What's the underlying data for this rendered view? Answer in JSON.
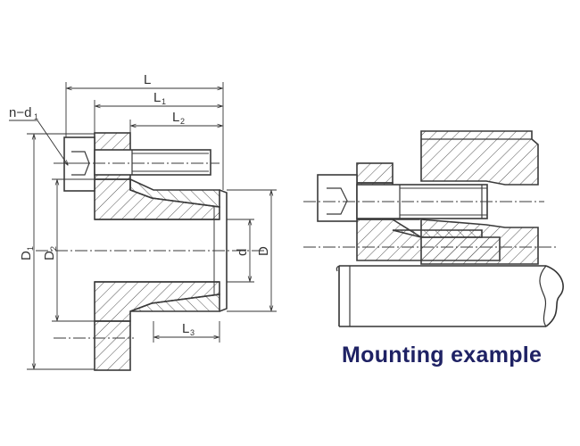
{
  "labels": {
    "L": "L",
    "L1": "L",
    "L1_sub": "1",
    "L2": "L",
    "L2_sub": "2",
    "L3": "L",
    "L3_sub": "3",
    "nd": "n−d",
    "nd_sub": "1",
    "D1": "D",
    "D1_sub": "1",
    "D2": "D",
    "D2_sub": "2",
    "d": "d",
    "D": "D"
  },
  "caption": "Mounting example",
  "colors": {
    "line": "#3a3a3a",
    "hatch": "#555555",
    "caption": "#1f2264",
    "shaft": "#333333"
  }
}
